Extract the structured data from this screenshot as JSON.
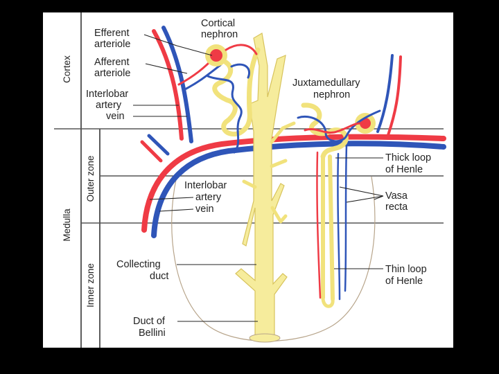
{
  "zones": {
    "cortex": "Cortex",
    "medulla": "Medulla",
    "outer_zone": "Outer zone",
    "inner_zone": "Inner zone"
  },
  "labels": {
    "efferent_1": "Efferent",
    "efferent_2": "arteriole",
    "afferent_1": "Afferent",
    "afferent_2": "arteriole",
    "interlobar_upper_1": "Interlobar",
    "interlobar_upper_2": "artery",
    "interlobar_upper_3": "vein",
    "cortical_1": "Cortical",
    "cortical_2": "nephron",
    "juxta_1": "Juxtamedullary",
    "juxta_2": "nephron",
    "thick_1": "Thick loop",
    "thick_2": "of Henle",
    "vasa_1": "Vasa",
    "vasa_2": "recta",
    "interlobar_lower_1": "Interlobar",
    "interlobar_lower_2": "artery",
    "interlobar_lower_3": "vein",
    "collecting_1": "Collecting",
    "collecting_2": "duct",
    "thin_1": "Thin loop",
    "thin_2": "of Henle",
    "bellini_1": "Duct of",
    "bellini_2": "Bellini"
  },
  "colors": {
    "artery": "#ef3b45",
    "vein": "#2f55b8",
    "tubule": "#f1e27c",
    "duct": "#f6ec9c"
  }
}
